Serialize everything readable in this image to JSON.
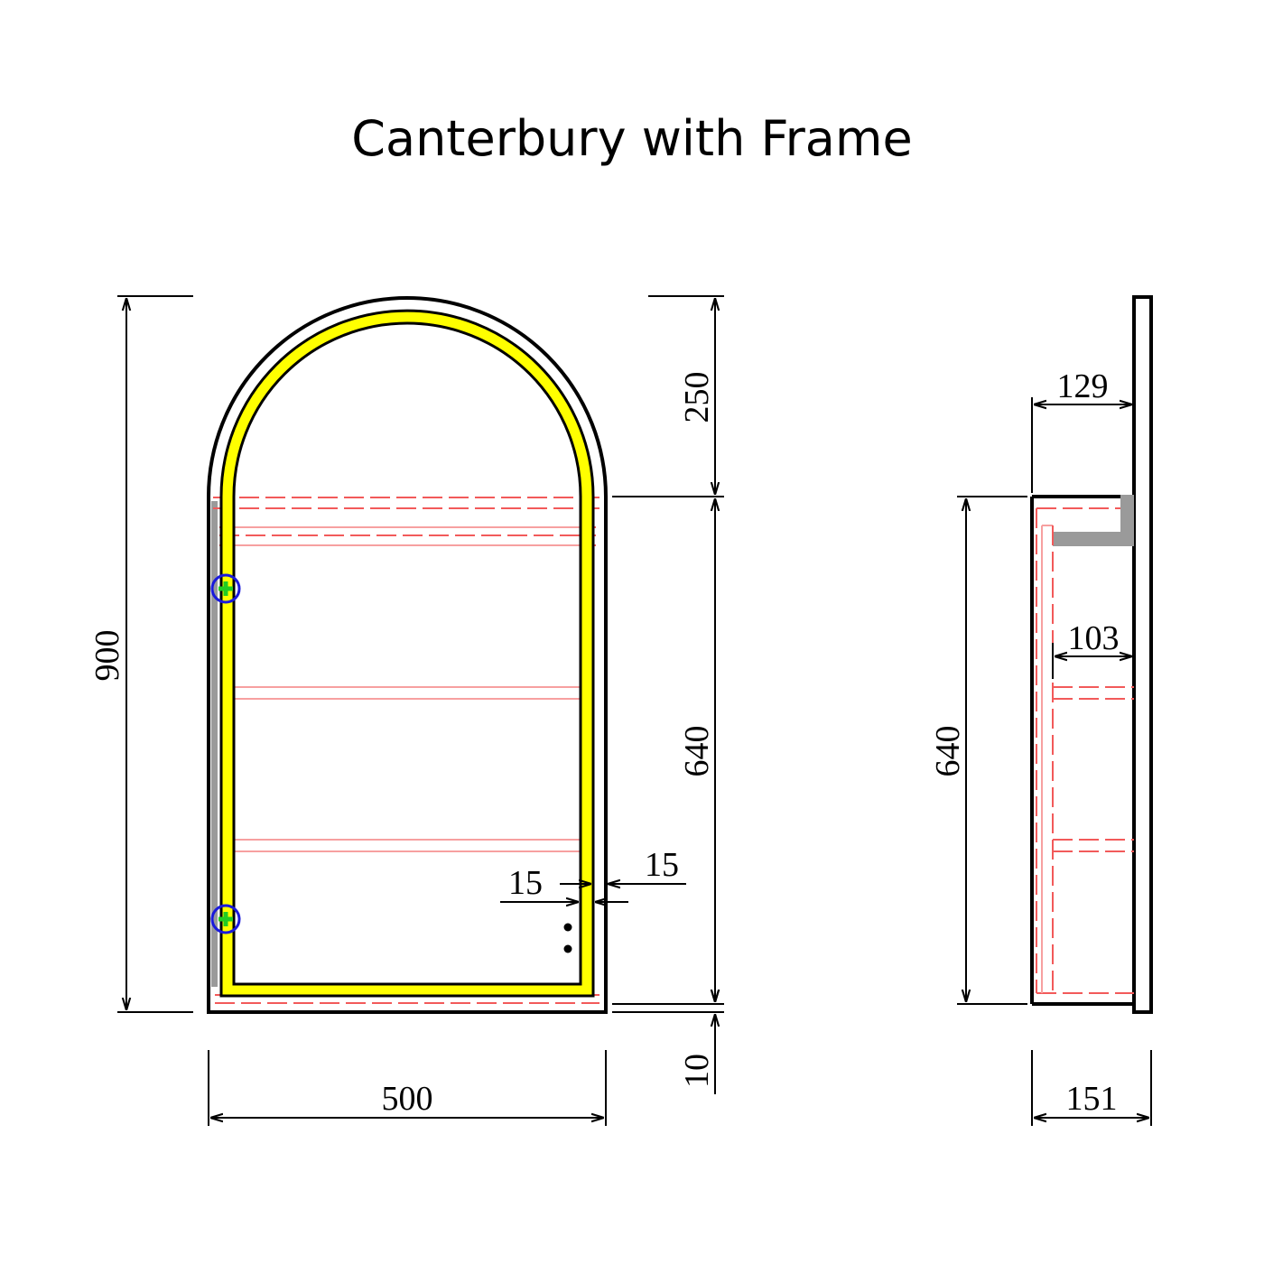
{
  "title": "Canterbury with Frame",
  "colors": {
    "line": "#000000",
    "led_strip": "#ffff00",
    "hidden_lines": "#f25a5a",
    "hinge": "#1a1adb",
    "hinge_marker": "#22cc22",
    "mount_block": "#9a9a9a"
  },
  "dimensions": {
    "overall_height": "900",
    "arch_height": "250",
    "body_height": "640",
    "base_offset": "10",
    "width": "500",
    "frame_left": "15",
    "frame_right": "15",
    "side_body_height": "640",
    "side_depth_top": "129",
    "side_depth_shelf": "103",
    "side_total_depth": "151"
  }
}
